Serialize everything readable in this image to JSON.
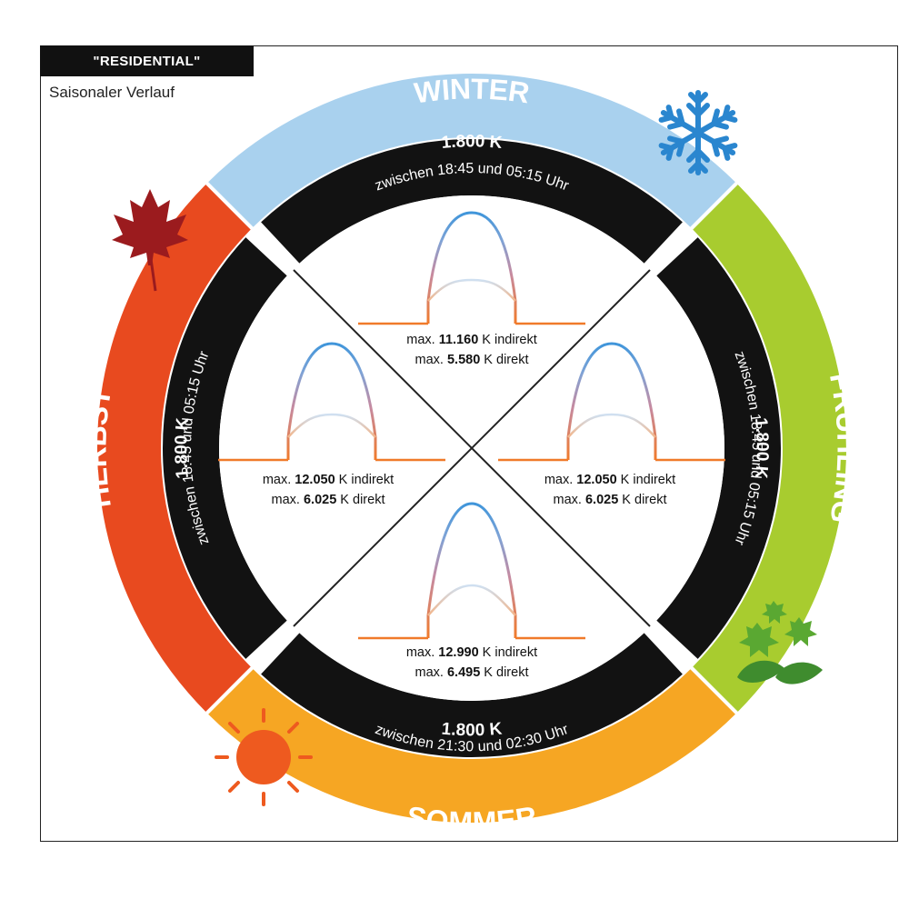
{
  "header": {
    "tag": "\"RESIDENTIAL\"",
    "subtitle": "Saisonaler Verlauf"
  },
  "seasons": {
    "winter": {
      "name": "WINTER",
      "color": "#a9d1ee",
      "icon": "snowflake-icon",
      "kelvin": "1.800 K",
      "time": "zwischen 18:45 und 05:15 Uhr",
      "max_indirect": "11.160",
      "max_direct": "5.580"
    },
    "fruehling": {
      "name": "FRÜHLING",
      "color": "#a8cc2f",
      "icon": "leaves-icon",
      "kelvin": "1.800 K",
      "time": "zwischen 18:45 und 05:15 Uhr",
      "max_indirect": "12.050",
      "max_direct": "6.025"
    },
    "sommer": {
      "name": "SOMMER",
      "color": "#f6a623",
      "icon": "sun-icon",
      "kelvin": "1.800 K",
      "time": "zwischen 21:30 und 02:30 Uhr",
      "max_indirect": "12.990",
      "max_direct": "6.495"
    },
    "herbst": {
      "name": "HERBST",
      "color": "#e84a1f",
      "icon": "maple-leaf-icon",
      "kelvin": "1.800 K",
      "time": "zwischen 18:45 und 05:15 Uhr",
      "max_indirect": "12.050",
      "max_direct": "6.025"
    }
  },
  "labels": {
    "prefix": "max. ",
    "unit_indirect": " K indirekt",
    "unit_direct": " K direkt"
  },
  "colors": {
    "band": "#121212",
    "curve_warm": "#f07a2a",
    "curve_cool": "#4a9ad8"
  }
}
